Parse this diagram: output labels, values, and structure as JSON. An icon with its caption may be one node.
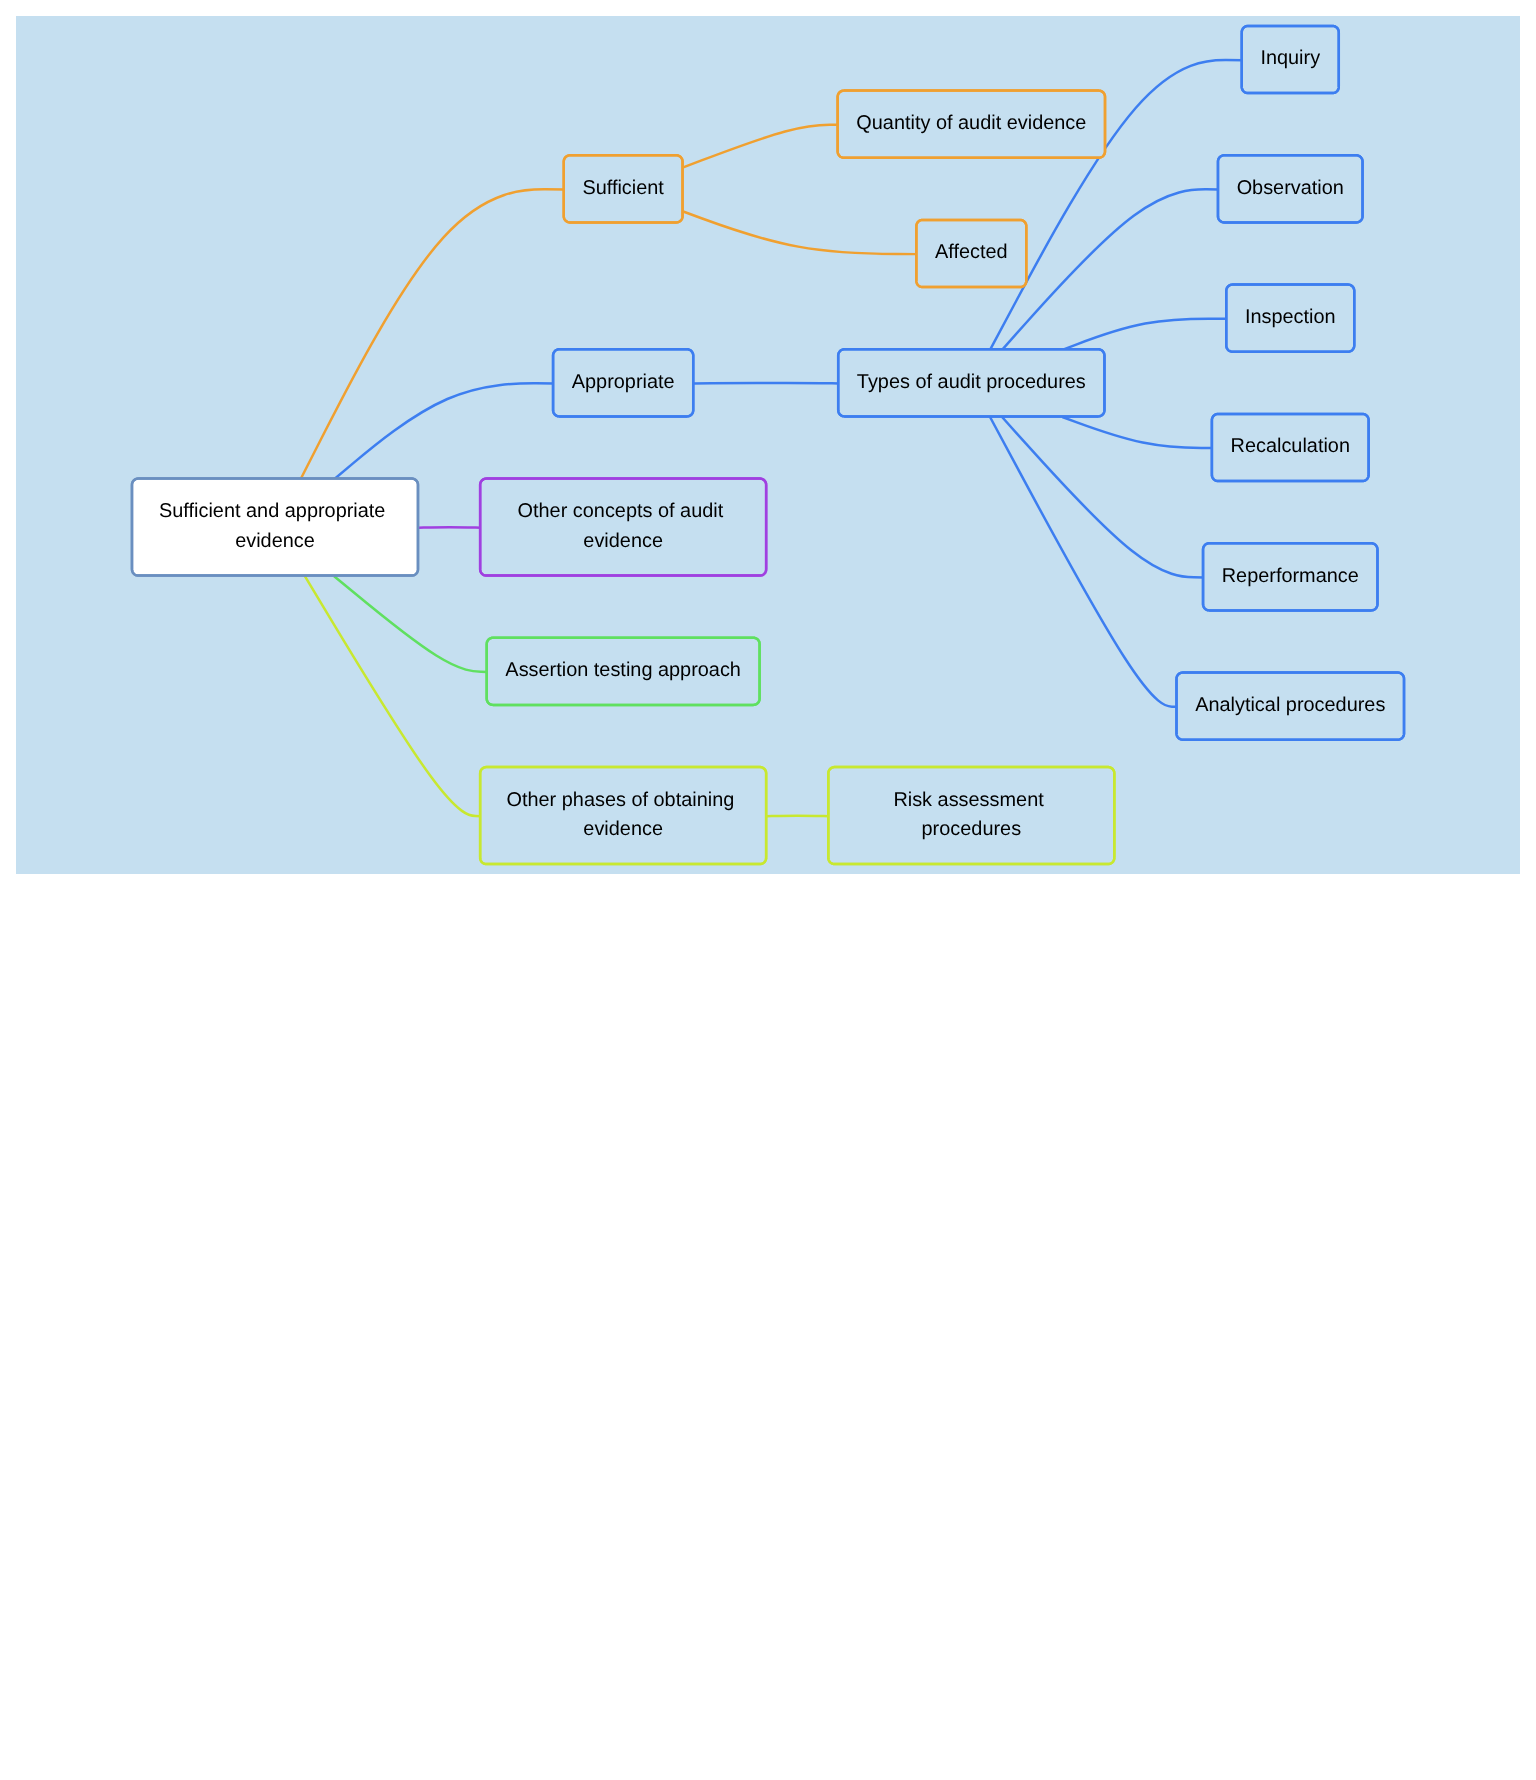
{
  "diagram": {
    "nodes": [
      {
        "text": [
          "Sufficient and appropriate evidence"
        ]
      },
      {
        "text": [
          "Sufficient"
        ]
      },
      {
        "text": [
          "Quantity of audit evidence"
        ]
      },
      {
        "text": [
          "Affected"
        ]
      },
      {
        "text": [
          "Appropriate"
        ]
      },
      {
        "text": [
          "Types of audit procedures"
        ]
      },
      {
        "text": [
          "Inquiry"
        ]
      },
      {
        "text": [
          "Observation"
        ]
      },
      {
        "text": [
          "Inspection"
        ]
      },
      {
        "text": [
          "Recalculation"
        ]
      },
      {
        "text": [
          "Reperformance"
        ]
      },
      {
        "text": [
          "Analytical procedures"
        ]
      },
      {
        "text": [
          "Other phases of obtaining evidence"
        ]
      },
      {
        "text": [
          "Risk assessment procedures"
        ]
      },
      {
        "text": [
          "Other concepts of audit evidence"
        ]
      },
      {
        "text": [
          "Assertion testing approach"
        ]
      }
    ],
    "edges": [
      {
        "from": 0,
        "to": 1,
        "arrow": "none",
        "color": "#f0a030"
      },
      {
        "from": 1,
        "to": 2,
        "arrow": "none",
        "color": "#f0a030"
      },
      {
        "from": 1,
        "to": 3,
        "arrow": "none",
        "color": "#f0a030"
      },
      {
        "from": 0,
        "to": 4,
        "arrow": "none",
        "color": "#3d7ef0"
      },
      {
        "from": 4,
        "to": 5,
        "arrow": "none",
        "color": "#3d7ef0"
      },
      {
        "from": 5,
        "to": 6,
        "arrow": "none",
        "color": "#3d7ef0"
      },
      {
        "from": 5,
        "to": 7,
        "arrow": "none",
        "color": "#3d7ef0"
      },
      {
        "from": 5,
        "to": 8,
        "arrow": "none",
        "color": "#3d7ef0"
      },
      {
        "from": 5,
        "to": 9,
        "arrow": "none",
        "color": "#3d7ef0"
      },
      {
        "from": 5,
        "to": 10,
        "arrow": "none",
        "color": "#3d7ef0"
      },
      {
        "from": 5,
        "to": 11,
        "arrow": "none",
        "color": "#3d7ef0"
      },
      {
        "from": 0,
        "to": 12,
        "arrow": "none",
        "color": "#c8e830"
      },
      {
        "from": 12,
        "to": 13,
        "arrow": "none",
        "color": "#c8e830"
      },
      {
        "from": 0,
        "to": 14,
        "arrow": "none",
        "color": "#a040e0"
      },
      {
        "from": 0,
        "to": 15,
        "arrow": "none",
        "color": "#60e060"
      }
    ]
  }
}
